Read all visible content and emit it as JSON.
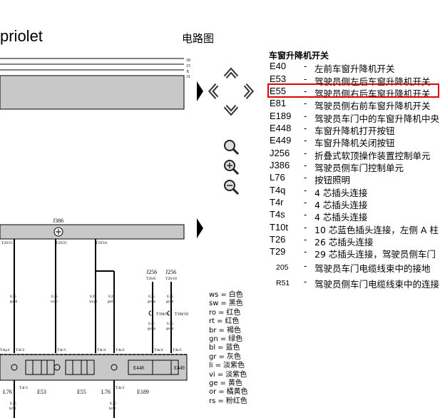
{
  "header": {
    "title_fragment": "priolet",
    "subtitle": "电路图"
  },
  "legend": {
    "heading": "车窗升降机开关",
    "items": [
      {
        "code": "E40",
        "desc": "左前车窗升降机开关"
      },
      {
        "code": "E53",
        "desc": "驾驶员侧左后车窗升降机开关"
      },
      {
        "code": "E55",
        "desc": "驾驶员侧右后车窗升降机开关",
        "highlighted": true
      },
      {
        "code": "E81",
        "desc": "驾驶员侧右前车窗升降机开关"
      },
      {
        "code": "E189",
        "desc": "驾驶员车门中的车窗升降机中央"
      },
      {
        "code": "E448",
        "desc": "车窗升降机打开按钮"
      },
      {
        "code": "E449",
        "desc": "车窗升降机关闭按钮"
      },
      {
        "code": "J256",
        "desc": "折叠式软顶操作装置控制单元"
      },
      {
        "code": "J386",
        "desc": "驾驶员侧车门控制单元"
      },
      {
        "code": "L76",
        "desc": "按钮照明"
      },
      {
        "code": "T4q",
        "desc": "4 芯插头连接"
      },
      {
        "code": "T4r",
        "desc": "4 芯插头连接"
      },
      {
        "code": "T4s",
        "desc": "4 芯插头连接"
      },
      {
        "code": "T10t",
        "desc": "10 芯蓝色插头连接，左侧 A 柱"
      },
      {
        "code": "T26",
        "desc": "26 芯插头连接"
      },
      {
        "code": "T29",
        "desc": "29 芯插头连接，驾驶员侧车门"
      },
      {
        "code": "205",
        "desc": "驾驶员车门电缆线束中的接地"
      },
      {
        "code": "R51",
        "desc": "驾驶员侧车门电缆线束中的连接"
      }
    ],
    "dash": "-"
  },
  "colors_legend": [
    {
      "code": "ws",
      "name": "白色"
    },
    {
      "code": "sw",
      "name": "黑色"
    },
    {
      "code": "ro",
      "name": "红色"
    },
    {
      "code": "rt",
      "name": "红色"
    },
    {
      "code": "br",
      "name": "褐色"
    },
    {
      "code": "gn",
      "name": "绿色"
    },
    {
      "code": "bl",
      "name": "蓝色"
    },
    {
      "code": "gr",
      "name": "灰色"
    },
    {
      "code": "li",
      "name": "淡紫色"
    },
    {
      "code": "vi",
      "name": "淡紫色"
    },
    {
      "code": "ge",
      "name": "黄色"
    },
    {
      "code": "or",
      "name": "橘黄色"
    },
    {
      "code": "rs",
      "name": "粉红色"
    }
  ],
  "color_eq": "=",
  "nav_icons": [
    "arrow-up-icon",
    "arrow-left-icon",
    "arrow-right-icon",
    "arrow-down-icon",
    "zoom-fit-icon",
    "zoom-in-icon",
    "zoom-out-icon",
    "page-next-icon"
  ],
  "diagram": {
    "rail_labels": [
      "30",
      "15",
      "X",
      "31"
    ],
    "j386": "J386",
    "j256a": "J256",
    "j256a_pin": "T26/6",
    "j256b": "J256",
    "j256b_pin": "T26/18",
    "connectors_top": [
      "T29/15",
      "T29/25",
      "T29/16"
    ],
    "wires": [
      {
        "gauge": "0,35",
        "color": "gn/bl"
      },
      {
        "gauge": "0,35",
        "color": "ws/li"
      },
      {
        "gauge": "0,35",
        "color": "ws/gr"
      },
      {
        "gauge": "0,35",
        "color": "gn/bl"
      },
      {
        "gauge": "0,35",
        "color": "ge/gn"
      },
      {
        "gauge": "0,35",
        "color": "ge/bl"
      }
    ],
    "t10_a": "T10t/9",
    "t10_b": "T10t/10",
    "wires_lower": [
      {
        "gauge": "0,35",
        "color": "ge/gn"
      },
      {
        "gauge": "0,35",
        "color": "ge/bl"
      }
    ],
    "switch_pins": [
      "T4q/4",
      "T4r/2",
      "T4r/3",
      "T4r/4",
      "T4s/2",
      "T4s/4",
      "T4s/3"
    ],
    "bottom_labels": [
      "L76",
      "T4r/1",
      "E53",
      "E55",
      "L76",
      "T4s/1",
      "E189"
    ],
    "e448": "E448",
    "e449": "E449",
    "bottom_wires": [
      {
        "gauge": "0,35",
        "color": "br/bl"
      },
      {
        "gauge": "0,35",
        "color": "br/bl"
      }
    ]
  }
}
